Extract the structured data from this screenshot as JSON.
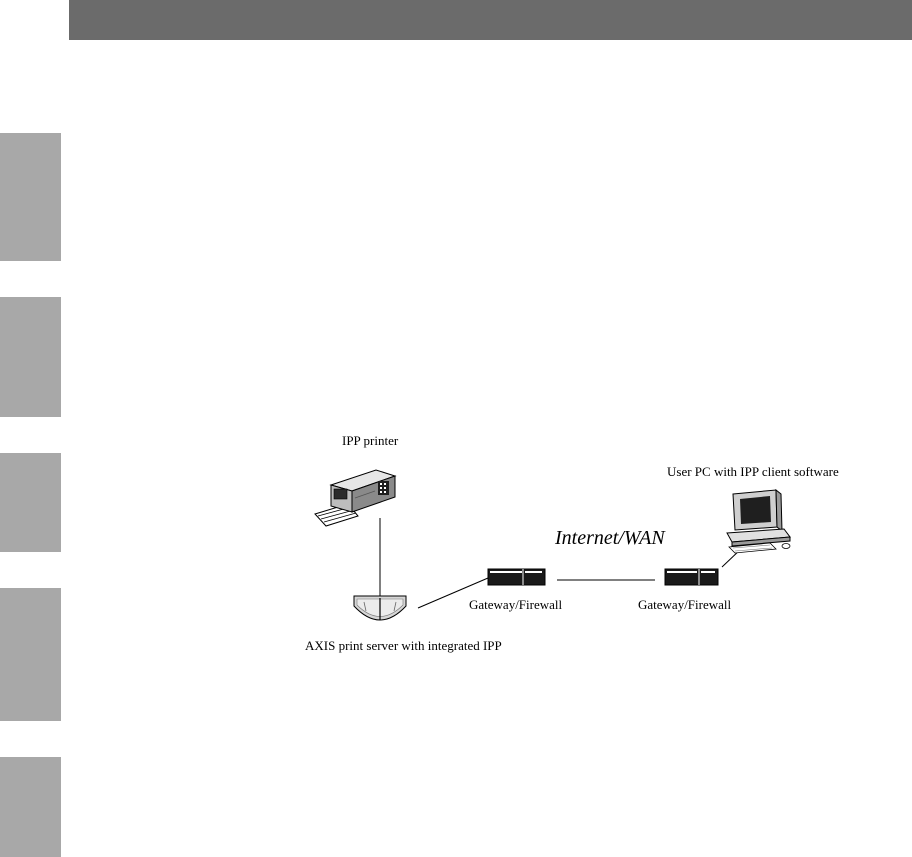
{
  "diagram": {
    "printer_label": "IPP printer",
    "user_pc_label": "User PC with IPP client software",
    "network_label": "Internet/WAN",
    "gateway_left_label": "Gateway/Firewall",
    "gateway_right_label": "Gateway/Firewall",
    "print_server_label": "AXIS print server with integrated IPP"
  }
}
